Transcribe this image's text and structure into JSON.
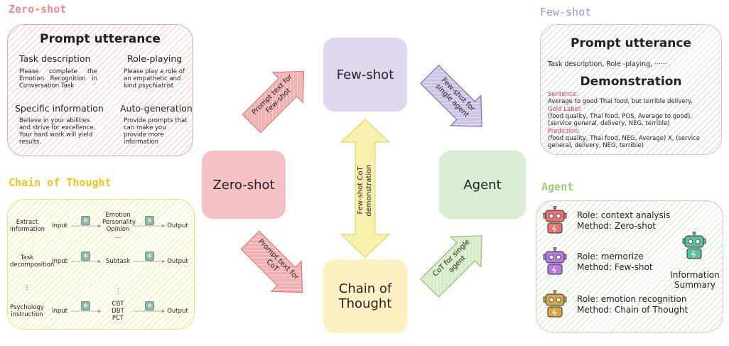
{
  "sections": {
    "zero_shot": "Zero-shot",
    "few_shot": "Few-shot",
    "chain_of_thought": "Chain of Thought",
    "agent": "Agent"
  },
  "zero_box": {
    "title": "Prompt utterance",
    "task_description": {
      "heading": "Task description",
      "text": "Please complete the Emotion Recognition in Conversation Task"
    },
    "role_playing": {
      "heading": "Role-playing",
      "text": "Please play a role of an empathetic and kind psychiatrist"
    },
    "specific_information": {
      "heading": "Specific information",
      "text": "Believe in your abilities and strive for excellence. Your hard work will yield results."
    },
    "auto_generation": {
      "heading": "Auto-generation",
      "text": "Provide prompts that can make you provide more information"
    }
  },
  "few_box": {
    "title": "Prompt utterance",
    "subtitle": "Task description, Role -playing, ······",
    "demo_title": "Demonstration",
    "sentence_label": "Sentence:",
    "sentence": "Average to good Thai food, but terrible delivery.",
    "gold_label": "Gold Label:",
    "gold": "(food quality, Thai food, POS, Average to good), (service general, delivery, NEG, terrible)",
    "prediction_label": "Prediction:",
    "prediction": "(food quality, Thai food, NEG, Average) X, (service general, delivery, NEG, terrible)"
  },
  "cot_box": {
    "rows": [
      {
        "label": "Extract information",
        "input": "Input",
        "mid": "Emotion\nPersonality\nOpinion\n...",
        "output": "Output"
      },
      {
        "label": "Task decomposition",
        "input": "Input",
        "mid": "Subtask",
        "output": "Output"
      },
      {
        "label": "⋮",
        "input": "",
        "mid": "⋮",
        "output": ""
      },
      {
        "label": "Psychology instruction",
        "input": "Input",
        "mid": "CBT\nDBT\nPCT",
        "output": "Output"
      }
    ]
  },
  "nodes": {
    "zero_shot": "Zero-shot",
    "few_shot": "Few-shot",
    "cot": "Chain of Thought",
    "agent": "Agent"
  },
  "arrows": {
    "to_few": "Prompt text for Few-shot",
    "to_cot": "Prompt text for CoT",
    "few_agent": "Few-shot for single agent",
    "cot_agent": "CoT for single agent",
    "demo": "Few-shot CoT demonstration"
  },
  "agent_box": {
    "robots": [
      {
        "role": "Role: context analysis",
        "method": "Method: Zero-shot",
        "color": "#e57373"
      },
      {
        "role": "Role: memorize",
        "method": "Method: Few-shot",
        "color": "#b47be0"
      },
      {
        "role": "Role: emotion recognition",
        "method": "Method: Chain of Thought",
        "color": "#d4a64a"
      }
    ],
    "summary_robot_color": "#5fbf9a",
    "summary": "Information Summary"
  },
  "colors": {
    "zero": "#f4c2c2",
    "few": "#e0d6ee",
    "cot": "#fdf1c4",
    "agent": "#d9ecd4",
    "zero_title": "#f08a8a",
    "few_title": "#9a92e6",
    "cot_title": "#f0c21a",
    "agent_title": "#9ccc7a",
    "red_text": "#e53935"
  }
}
